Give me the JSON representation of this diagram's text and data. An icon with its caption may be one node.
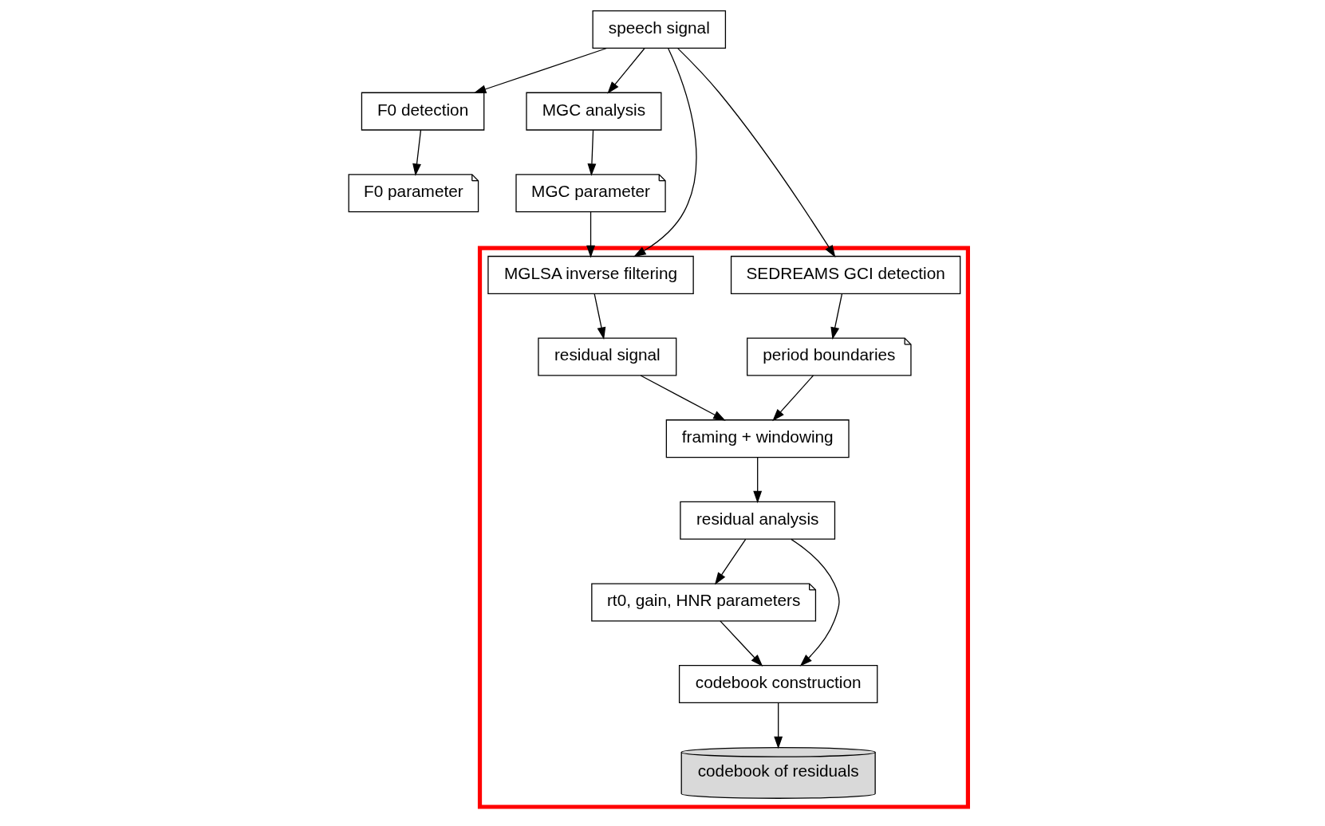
{
  "diagram": {
    "nodes": [
      {
        "text": [
          "speech signal"
        ]
      },
      {
        "text": [
          "F0 detection"
        ]
      },
      {
        "text": [
          "MGC analysis"
        ]
      },
      {
        "text": [],
        "shape": "box"
      },
      {
        "text": [
          "MGLSA inverse filtering"
        ],
        "in": 3
      },
      {
        "text": [
          "SEDREAMS GCI detection"
        ],
        "in": 3
      },
      {
        "text": [
          "residual signal"
        ],
        "in": 3
      },
      {
        "text": [
          "period boundaries"
        ],
        "in": 3
      },
      {
        "text": [
          "framing + windowing"
        ],
        "in": 3
      },
      {
        "text": [
          "residual analysis"
        ],
        "in": 3
      },
      {
        "text": [
          "F0 parameter"
        ]
      },
      {
        "text": [
          "MGC parameter"
        ]
      },
      {
        "text": [
          "rt0, gain, HNR parameters"
        ],
        "in": 3
      },
      {
        "text": [
          "codebook construction"
        ],
        "in": 3
      },
      {
        "text": [
          "codebook of residuals"
        ],
        "in": 3
      }
    ],
    "edges": [
      {
        "from": 0,
        "to": 1,
        "arrow": "to"
      },
      {
        "from": 0,
        "to": 2,
        "arrow": "to"
      },
      {
        "from": 0,
        "to": 4,
        "arrow": "to"
      },
      {
        "from": 0,
        "to": 5,
        "arrow": "to"
      },
      {
        "from": 1,
        "to": 10,
        "arrow": "to"
      },
      {
        "from": 2,
        "to": 11,
        "arrow": "to"
      },
      {
        "from": 11,
        "to": 4,
        "arrow": "to"
      },
      {
        "from": 4,
        "to": 6,
        "arrow": "to"
      },
      {
        "from": 6,
        "to": 8,
        "arrow": "to"
      },
      {
        "from": 5,
        "to": 7,
        "arrow": "to"
      },
      {
        "from": 7,
        "to": 8,
        "arrow": "to"
      },
      {
        "from": 8,
        "to": 9,
        "arrow": "to"
      },
      {
        "from": 9,
        "to": 12,
        "arrow": "to"
      },
      {
        "from": 9,
        "to": 13,
        "arrow": "to"
      },
      {
        "from": 12,
        "to": 13,
        "arrow": "to"
      },
      {
        "from": 13,
        "to": 14,
        "arrow": "to"
      }
    ]
  }
}
